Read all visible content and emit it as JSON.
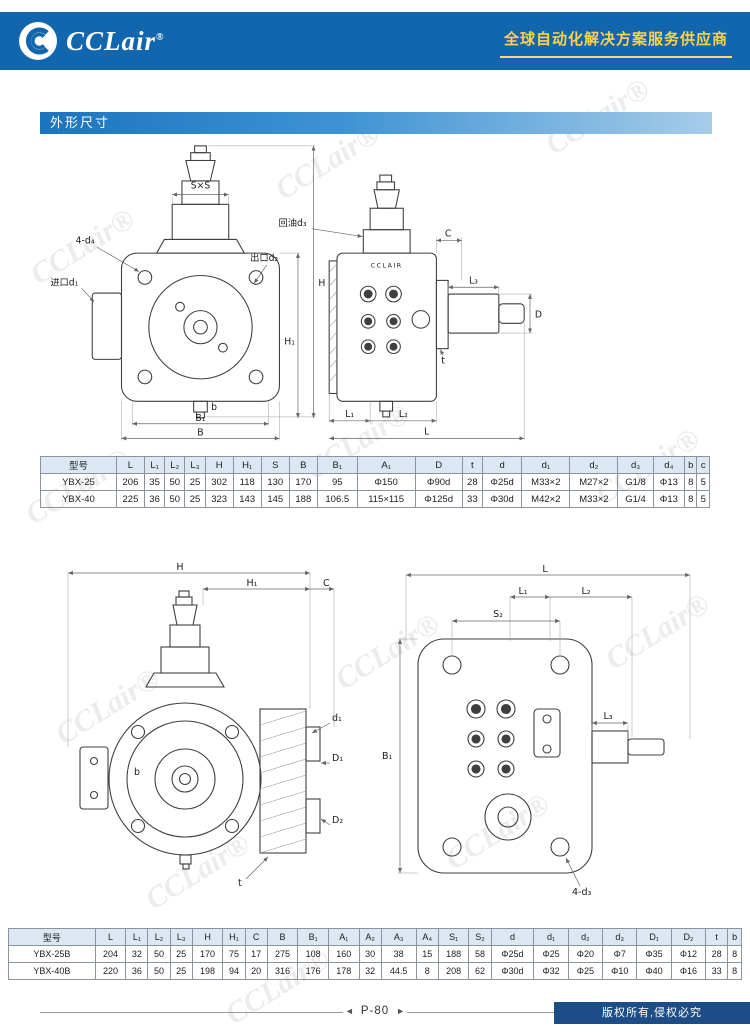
{
  "header": {
    "brand": "CCLair",
    "reg": "®",
    "tagline": "全球自动化解决方案服务供应商"
  },
  "section_title": "外形尺寸",
  "watermark": "CCLair®",
  "drawing1": {
    "labels": {
      "sxs": "S×S",
      "four_d4": "4-d₄",
      "inlet": "进口d₁",
      "outlet": "出口d₂",
      "ret": "回油d₃",
      "brand": "CCLAIR",
      "b": "b",
      "t": "t",
      "B": "B",
      "B1": "B₁",
      "H": "H",
      "H1": "H₁",
      "C": "C",
      "D": "D",
      "L": "L",
      "L1": "L₁",
      "L2": "L₂",
      "L3": "L₃"
    }
  },
  "drawing2": {
    "labels": {
      "H": "H",
      "H1": "H₁",
      "C": "C",
      "b": "b",
      "t": "t",
      "d1": "d₁",
      "D1": "D₁",
      "D2": "D₂",
      "B1": "B₁",
      "L": "L",
      "L1": "L₁",
      "L2": "L₂",
      "L3": "L₃",
      "S2": "S₂",
      "four_d3": "4-d₃"
    }
  },
  "table1": {
    "headers": [
      "型号",
      "L",
      "L₁",
      "L₂",
      "L₃",
      "H",
      "H₁",
      "S",
      "B",
      "B₁",
      "A₁",
      "D",
      "t",
      "d",
      "d₁",
      "d₂",
      "d₃",
      "d₄",
      "b",
      "c"
    ],
    "rows": [
      [
        "YBX-25",
        "206",
        "35",
        "50",
        "25",
        "302",
        "118",
        "130",
        "170",
        "95",
        "Φ150",
        "Φ90d",
        "28",
        "Φ25d",
        "M33×2",
        "M27×2",
        "G1/8",
        "Φ13",
        "8",
        "5"
      ],
      [
        "YBX-40",
        "225",
        "36",
        "50",
        "25",
        "323",
        "143",
        "145",
        "188",
        "106.5",
        "115×115",
        "Φ125d",
        "33",
        "Φ30d",
        "M42×2",
        "M33×2",
        "G1/4",
        "Φ13",
        "8",
        "5"
      ]
    ]
  },
  "table2": {
    "headers": [
      "型号",
      "L",
      "L₁",
      "L₂",
      "L₃",
      "H",
      "H₁",
      "C",
      "B",
      "B₁",
      "A₁",
      "A₂",
      "A₃",
      "A₄",
      "S₁",
      "S₂",
      "d",
      "d₁",
      "d₂",
      "d₃",
      "D₁",
      "D₂",
      "t",
      "b"
    ],
    "rows": [
      [
        "YBX-25B",
        "204",
        "32",
        "50",
        "25",
        "170",
        "75",
        "17",
        "275",
        "108",
        "160",
        "30",
        "38",
        "15",
        "188",
        "58",
        "Φ25d",
        "Φ25",
        "Φ20",
        "Φ7",
        "Φ35",
        "Φ12",
        "28",
        "8"
      ],
      [
        "YBX-40B",
        "220",
        "36",
        "50",
        "25",
        "198",
        "94",
        "20",
        "316",
        "176",
        "178",
        "32",
        "44.5",
        "8",
        "208",
        "62",
        "Φ30d",
        "Φ32",
        "Φ25",
        "Φ10",
        "Φ40",
        "Φ16",
        "33",
        "8"
      ]
    ]
  },
  "footer": {
    "prev_icon": "◄",
    "page": "P-80",
    "next_icon": "►",
    "copyright": "版权所有,侵权必究"
  }
}
